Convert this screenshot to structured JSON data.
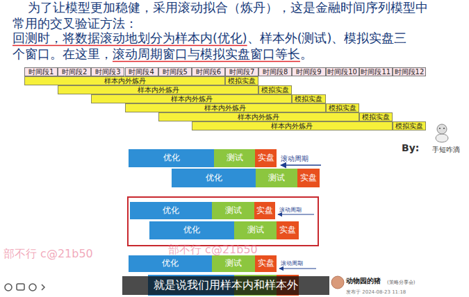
{
  "diagram": {
    "nodes": [
      {
        "text": [
          "时间段1"
        ]
      },
      {
        "text": [
          "时间段2"
        ]
      },
      {
        "text": [
          "时间段3"
        ]
      },
      {
        "text": [
          "时间段4"
        ]
      },
      {
        "text": [
          "时间段5"
        ]
      },
      {
        "text": [
          "时间段6"
        ]
      },
      {
        "text": [
          "时间段7"
        ]
      },
      {
        "text": [
          "时间段8"
        ]
      },
      {
        "text": [
          "时间段9"
        ]
      },
      {
        "text": [
          "时间段10"
        ]
      },
      {
        "text": [
          "时间段11"
        ]
      },
      {
        "text": [
          "时间段12"
        ]
      },
      {
        "text": [
          "样本内外炼丹"
        ]
      },
      {
        "text": [
          "模拟实盘"
        ]
      },
      {
        "text": [
          "样本内外炼丹"
        ]
      },
      {
        "text": [
          "模拟实盘"
        ]
      },
      {
        "text": [
          "样本内外炼丹"
        ]
      },
      {
        "text": [
          "模拟实盘"
        ]
      },
      {
        "text": [
          "样本内外炼丹"
        ]
      },
      {
        "text": [
          "模拟实盘"
        ]
      },
      {
        "text": [
          "样本内外炼丹"
        ]
      },
      {
        "text": [
          "模拟实盘"
        ]
      },
      {
        "text": [
          "样本内外炼丹"
        ]
      },
      {
        "text": [
          "模拟实盘"
        ]
      },
      {
        "text": [
          "优化"
        ]
      },
      {
        "text": [
          "测试"
        ]
      },
      {
        "text": [
          "实盘"
        ]
      },
      {
        "text": [
          "优化"
        ]
      },
      {
        "text": [
          "测试"
        ]
      },
      {
        "text": [
          "实盘"
        ]
      },
      {
        "text": [
          "优化"
        ]
      },
      {
        "text": [
          "测试"
        ]
      },
      {
        "text": [
          "实盘"
        ]
      },
      {
        "text": [
          "优化"
        ]
      },
      {
        "text": [
          "测试"
        ]
      },
      {
        "text": [
          "实盘"
        ]
      },
      {
        "text": [
          "优化"
        ]
      },
      {
        "text": [
          "测试"
        ]
      },
      {
        "text": [
          "实盘"
        ]
      },
      {
        "text": [
          "就是说我们用样本内和样本外"
        ]
      }
    ],
    "labels": [
      "为了让模型更加稳健，采用滚动拟合（炼丹），这是金融时间序列模型中常用的交叉验证方法：",
      "回测时，将数据滚动地划分为样本内(优化)、样本外(测试)、模拟实盘三个窗口。在这里，滚动周期窗口与模拟实盘窗口等长。",
      "By:",
      "手短咋滴",
      "滚动周期",
      "滚动周期",
      "滚动周期",
      "部不行 c@21b50",
      "部不行 c@21b50",
      "动物园的猪",
      "(策略分享会)",
      "发布于 2024-08-23 11:18"
    ]
  }
}
